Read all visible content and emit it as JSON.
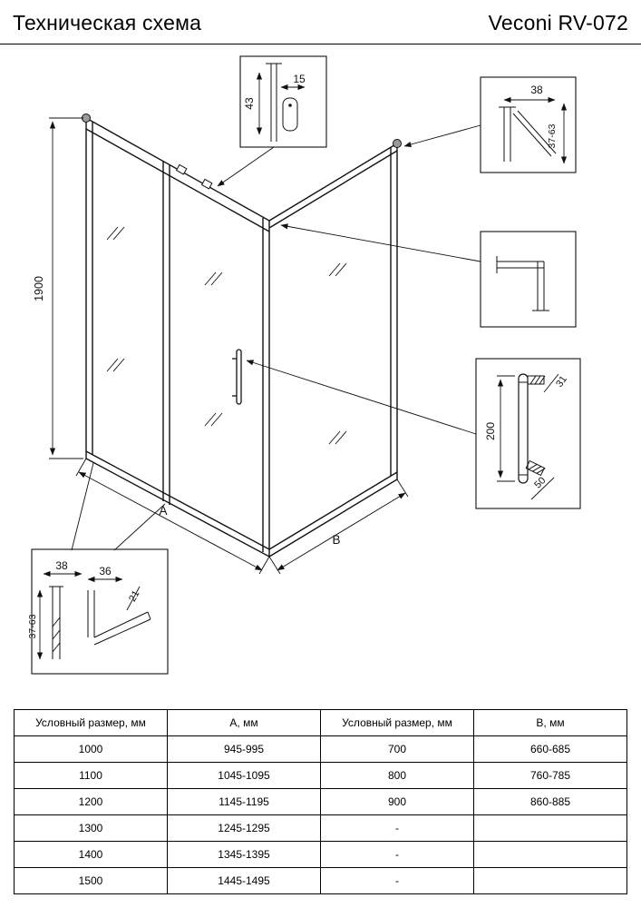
{
  "header": {
    "title": "Техническая схема",
    "model": "Veconi RV-072"
  },
  "drawing": {
    "labels": {
      "height": "1900",
      "width": "A",
      "depth": "B",
      "top_profile_gap": "15",
      "top_profile_height": "43",
      "wall_profile_width": "38",
      "wall_profile_range": "37-63",
      "handle_length": "200",
      "handle_knob": "31",
      "handle_offset": "50",
      "bottom_profile_width": "38",
      "bottom_profile_inner": "36",
      "bottom_profile_depth": "21",
      "bottom_profile_range": "37-63"
    }
  },
  "table": {
    "headers": [
      "Условный размер, мм",
      "A, мм",
      "Условный размер, мм",
      "B, мм"
    ],
    "rows": [
      [
        "1000",
        "945-995",
        "700",
        "660-685"
      ],
      [
        "1100",
        "1045-1095",
        "800",
        "760-785"
      ],
      [
        "1200",
        "1145-1195",
        "900",
        "860-885"
      ],
      [
        "1300",
        "1245-1295",
        "-",
        ""
      ],
      [
        "1400",
        "1345-1395",
        "-",
        ""
      ],
      [
        "1500",
        "1445-1495",
        "-",
        ""
      ]
    ]
  }
}
